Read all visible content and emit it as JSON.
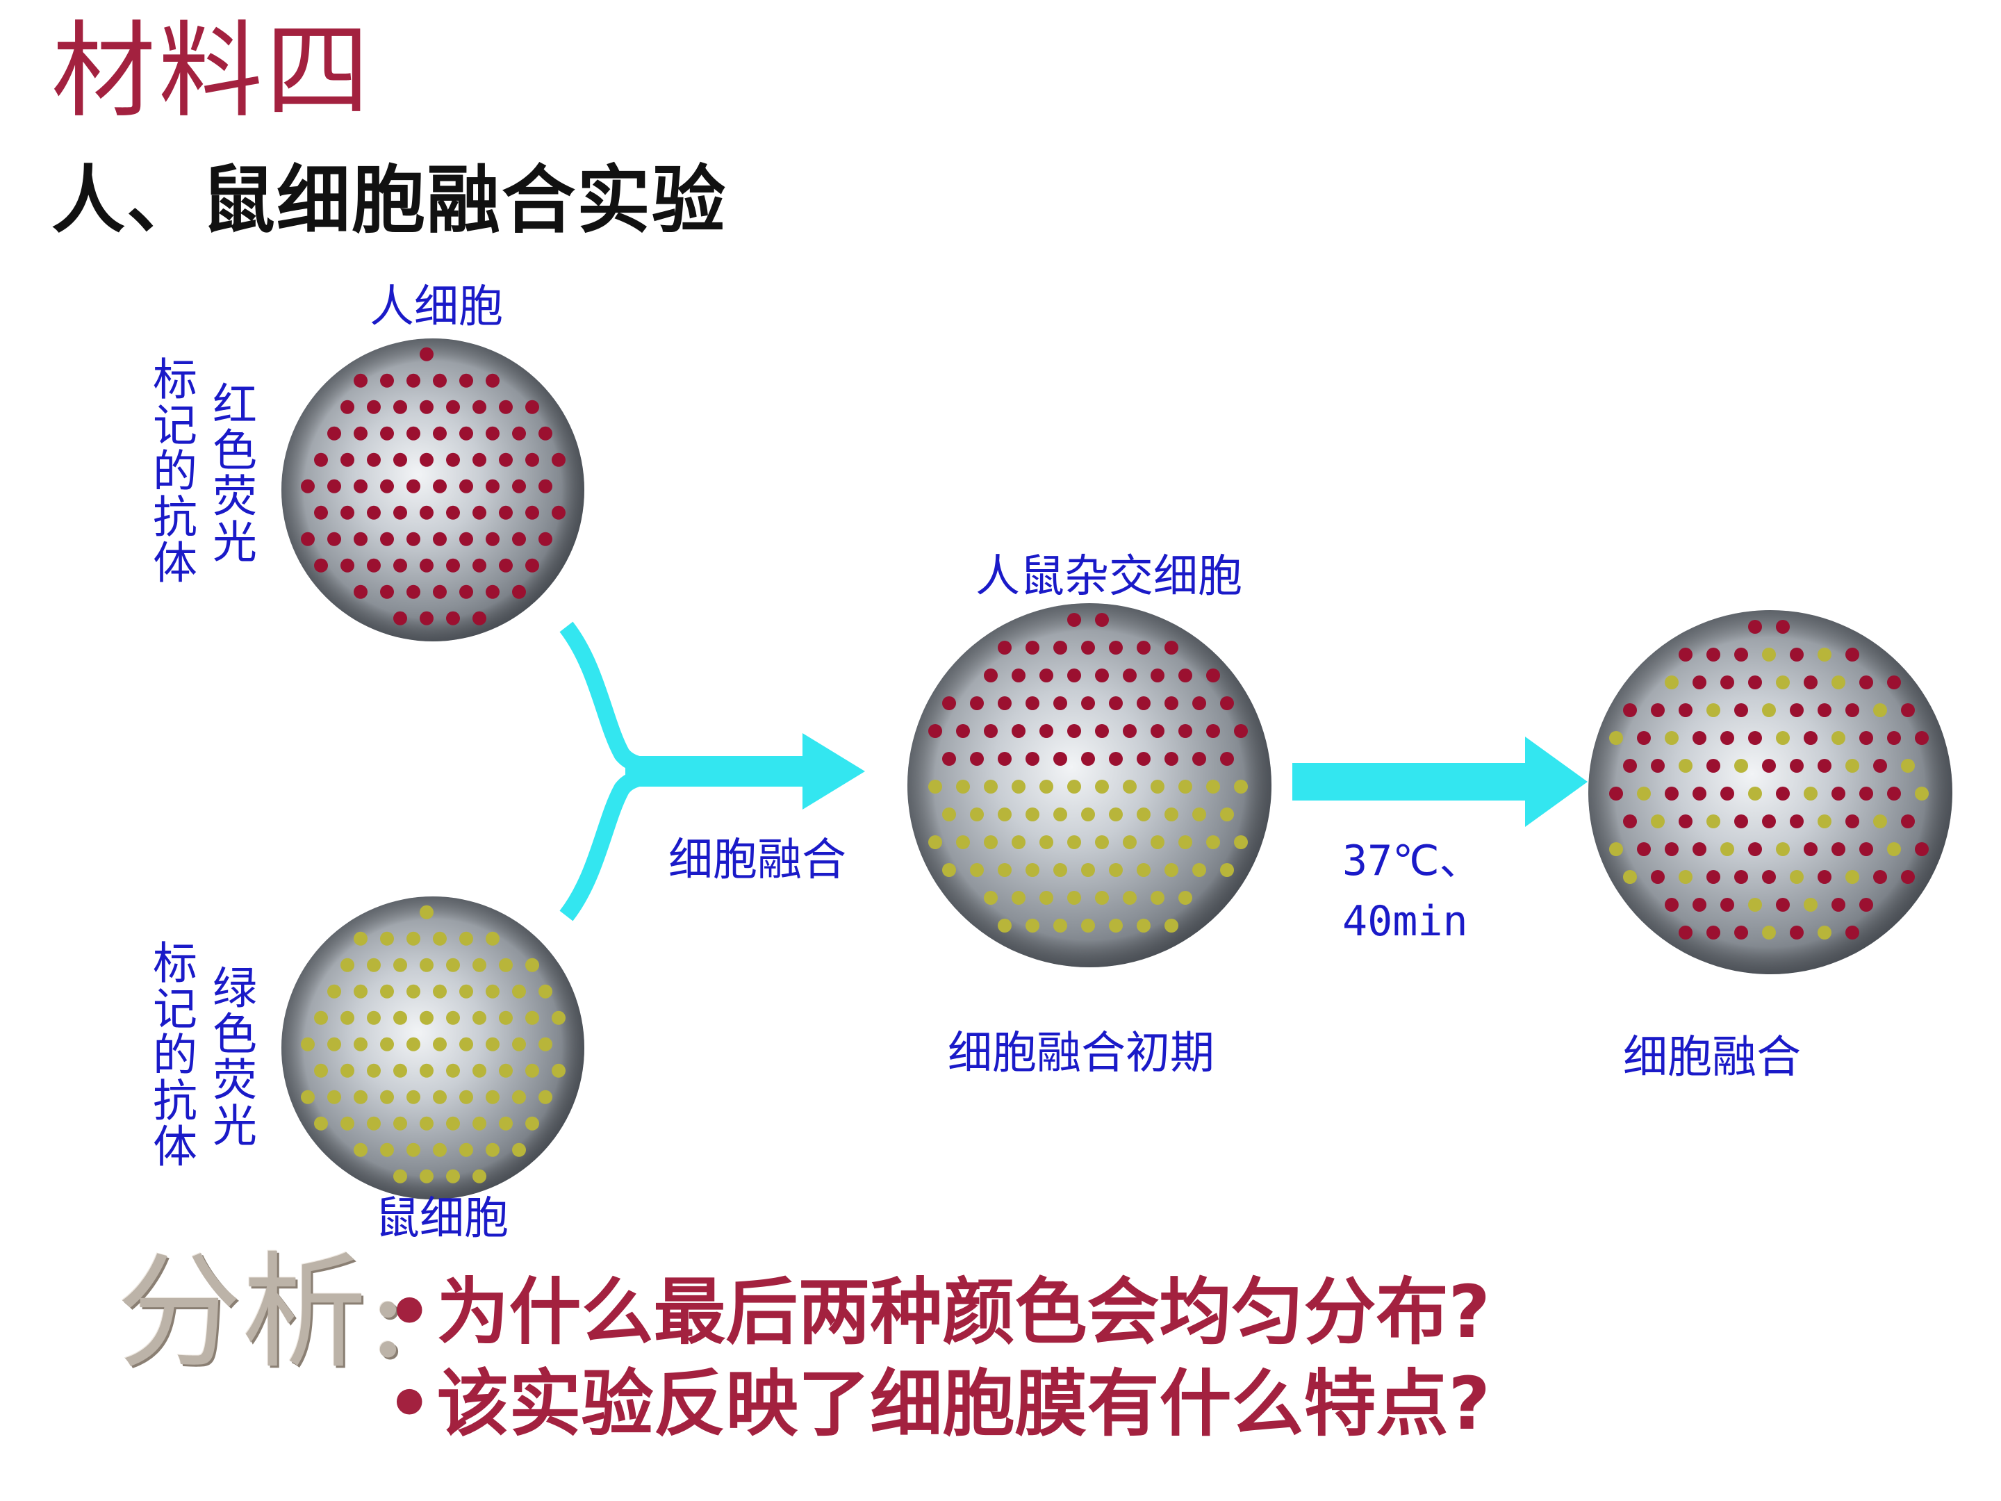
{
  "title": "材料四",
  "subtitle": "人、鼠细胞融合实验",
  "labels": {
    "human_cell": "人细胞",
    "mouse_cell": "鼠细胞",
    "red_col1": "标记的抗体",
    "red_col2": "红色荧光",
    "green_col1": "标记的抗体",
    "green_col2": "绿色荧光",
    "hybrid_cell": "人鼠杂交细胞",
    "fusion": "细胞融合",
    "condition_line1": "37℃、",
    "condition_line2": "40min",
    "early_fusion": "细胞融合初期",
    "fused": "细胞融合"
  },
  "analysis": {
    "label": "分析:",
    "bullet": "•",
    "q1": "为什么最后两种颜色会均匀分布?",
    "q2": "该实验反映了细胞膜有什么特点?"
  },
  "colors": {
    "title": "#a3213f",
    "label_blue": "#1a1ac8",
    "arrow_cyan": "#33e6f0",
    "red_marker": "#9b1030",
    "green_marker": "#b8b53a"
  }
}
